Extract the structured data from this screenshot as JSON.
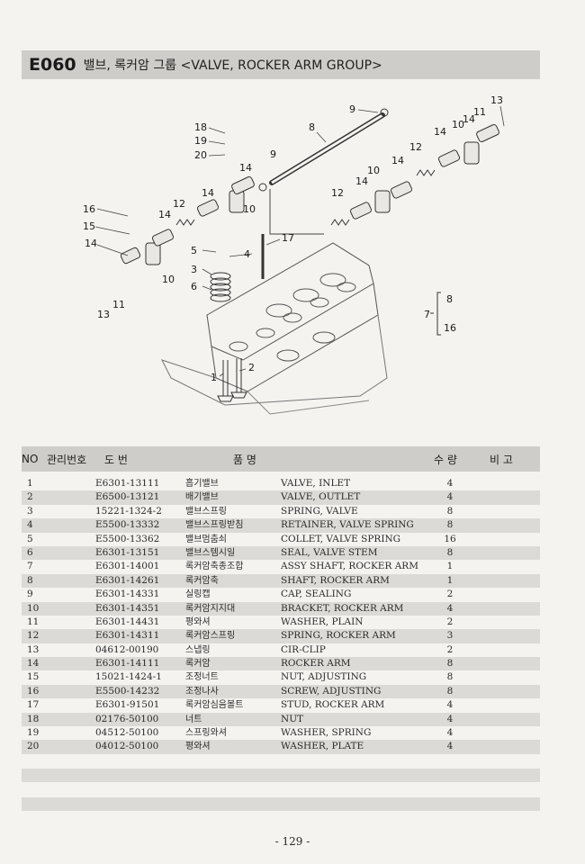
{
  "header": {
    "code": "E060",
    "title": "밸브, 록커암 그룹 <VALVE, ROCKER ARM GROUP>"
  },
  "diagram": {
    "callouts": [
      "1",
      "2",
      "3",
      "4",
      "5",
      "6",
      "7",
      "8",
      "9",
      "10",
      "11",
      "12",
      "13",
      "14",
      "15",
      "16",
      "17",
      "18",
      "19",
      "20"
    ],
    "group_range": {
      "label": "7",
      "from": "8",
      "to": "16"
    }
  },
  "table": {
    "columns": {
      "no": "NO",
      "mgmt": "관리번호",
      "part_no": "도 번",
      "name": "품 명",
      "qty": "수 량",
      "remarks": "비 고"
    },
    "rows": [
      {
        "no": "1",
        "code": "E6301-13111",
        "kr": "흡기밸브",
        "en": "VALVE, INLET",
        "qty": "4"
      },
      {
        "no": "2",
        "code": "E6500-13121",
        "kr": "배기밸브",
        "en": "VALVE, OUTLET",
        "qty": "4"
      },
      {
        "no": "3",
        "code": "15221-1324-2",
        "kr": "밸브스프링",
        "en": "SPRING, VALVE",
        "qty": "8"
      },
      {
        "no": "4",
        "code": "E5500-13332",
        "kr": "밸브스프링받침",
        "en": "RETAINER, VALVE SPRING",
        "qty": "8"
      },
      {
        "no": "5",
        "code": "E5500-13362",
        "kr": "밸브멈춤쇠",
        "en": "COLLET, VALVE SPRING",
        "qty": "16"
      },
      {
        "no": "6",
        "code": "E6301-13151",
        "kr": "밸브스템시일",
        "en": "SEAL, VALVE STEM",
        "qty": "8"
      },
      {
        "no": "7",
        "code": "E6301-14001",
        "kr": "록커암축종조합",
        "en": "ASSY SHAFT, ROCKER ARM",
        "qty": "1"
      },
      {
        "no": "8",
        "code": "E6301-14261",
        "kr": "록커암축",
        "en": "SHAFT, ROCKER ARM",
        "qty": "1"
      },
      {
        "no": "9",
        "code": "E6301-14331",
        "kr": "실링캡",
        "en": "CAP, SEALING",
        "qty": "2"
      },
      {
        "no": "10",
        "code": "E6301-14351",
        "kr": "록커암지지대",
        "en": "BRACKET, ROCKER ARM",
        "qty": "4"
      },
      {
        "no": "11",
        "code": "E6301-14431",
        "kr": "평와셔",
        "en": "WASHER, PLAIN",
        "qty": "2"
      },
      {
        "no": "12",
        "code": "E6301-14311",
        "kr": "록커암스프링",
        "en": "SPRING, ROCKER ARM",
        "qty": "3"
      },
      {
        "no": "13",
        "code": "04612-00190",
        "kr": "스냅링",
        "en": "CIR-CLIP",
        "qty": "2"
      },
      {
        "no": "14",
        "code": "E6301-14111",
        "kr": "록커암",
        "en": "ROCKER ARM",
        "qty": "8"
      },
      {
        "no": "15",
        "code": "15021-1424-1",
        "kr": "조정너트",
        "en": "NUT, ADJUSTING",
        "qty": "8"
      },
      {
        "no": "16",
        "code": "E5500-14232",
        "kr": "조정나사",
        "en": "SCREW, ADJUSTING",
        "qty": "8"
      },
      {
        "no": "17",
        "code": "E6301-91501",
        "kr": "록커암심음볼트",
        "en": "STUD, ROCKER ARM",
        "qty": "4"
      },
      {
        "no": "18",
        "code": "02176-50100",
        "kr": "너트",
        "en": "NUT",
        "qty": "4"
      },
      {
        "no": "19",
        "code": "04512-50100",
        "kr": "스프링와셔",
        "en": "WASHER, SPRING",
        "qty": "4"
      },
      {
        "no": "20",
        "code": "04012-50100",
        "kr": "평와셔",
        "en": "WASHER, PLATE",
        "qty": "4"
      }
    ]
  },
  "footer": {
    "page_number": "- 129 -"
  }
}
